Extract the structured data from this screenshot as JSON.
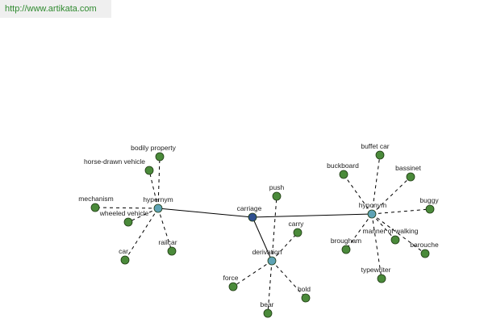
{
  "source_url": "http://www.artikata.com",
  "colors": {
    "center_fill": "#2f4f8f",
    "hub_fill": "#5fa3b5",
    "leaf_fill": "#4a8a3a",
    "node_stroke": "#1e3a12",
    "edge": "#000000",
    "url_text": "#2f8a2f",
    "url_background": "#efefef"
  },
  "graph": {
    "center": {
      "id": "carriage",
      "label": "carriage"
    },
    "hubs": [
      {
        "id": "hypernym",
        "label": "hypernym"
      },
      {
        "id": "derivation",
        "label": "derivation"
      },
      {
        "id": "hyponym",
        "label": "hyponym"
      }
    ],
    "leaves": [
      {
        "id": "bodily-property",
        "label": "bodily property",
        "hub": "hypernym"
      },
      {
        "id": "horse-drawn-vehicle",
        "label": "horse-drawn vehicle",
        "hub": "hypernym"
      },
      {
        "id": "mechanism",
        "label": "mechanism",
        "hub": "hypernym"
      },
      {
        "id": "wheeled-vehicle",
        "label": "wheeled vehicle",
        "hub": "hypernym"
      },
      {
        "id": "car",
        "label": "car",
        "hub": "hypernym"
      },
      {
        "id": "railcar",
        "label": "railcar",
        "hub": "hypernym"
      },
      {
        "id": "push",
        "label": "push",
        "hub": "derivation"
      },
      {
        "id": "carry",
        "label": "carry",
        "hub": "derivation"
      },
      {
        "id": "force",
        "label": "force",
        "hub": "derivation"
      },
      {
        "id": "bear",
        "label": "bear",
        "hub": "derivation"
      },
      {
        "id": "hold",
        "label": "hold",
        "hub": "derivation"
      },
      {
        "id": "buffet-car",
        "label": "buffet car",
        "hub": "hyponym"
      },
      {
        "id": "buckboard",
        "label": "buckboard",
        "hub": "hyponym"
      },
      {
        "id": "bassinet",
        "label": "bassinet",
        "hub": "hyponym"
      },
      {
        "id": "buggy",
        "label": "buggy",
        "hub": "hyponym"
      },
      {
        "id": "manner-of-walking",
        "label": "manner of walking",
        "hub": "hyponym"
      },
      {
        "id": "brougham",
        "label": "brougham",
        "hub": "hyponym"
      },
      {
        "id": "barouche",
        "label": "barouche",
        "hub": "hyponym"
      },
      {
        "id": "typewriter",
        "label": "typewriter",
        "hub": "hyponym"
      }
    ]
  }
}
